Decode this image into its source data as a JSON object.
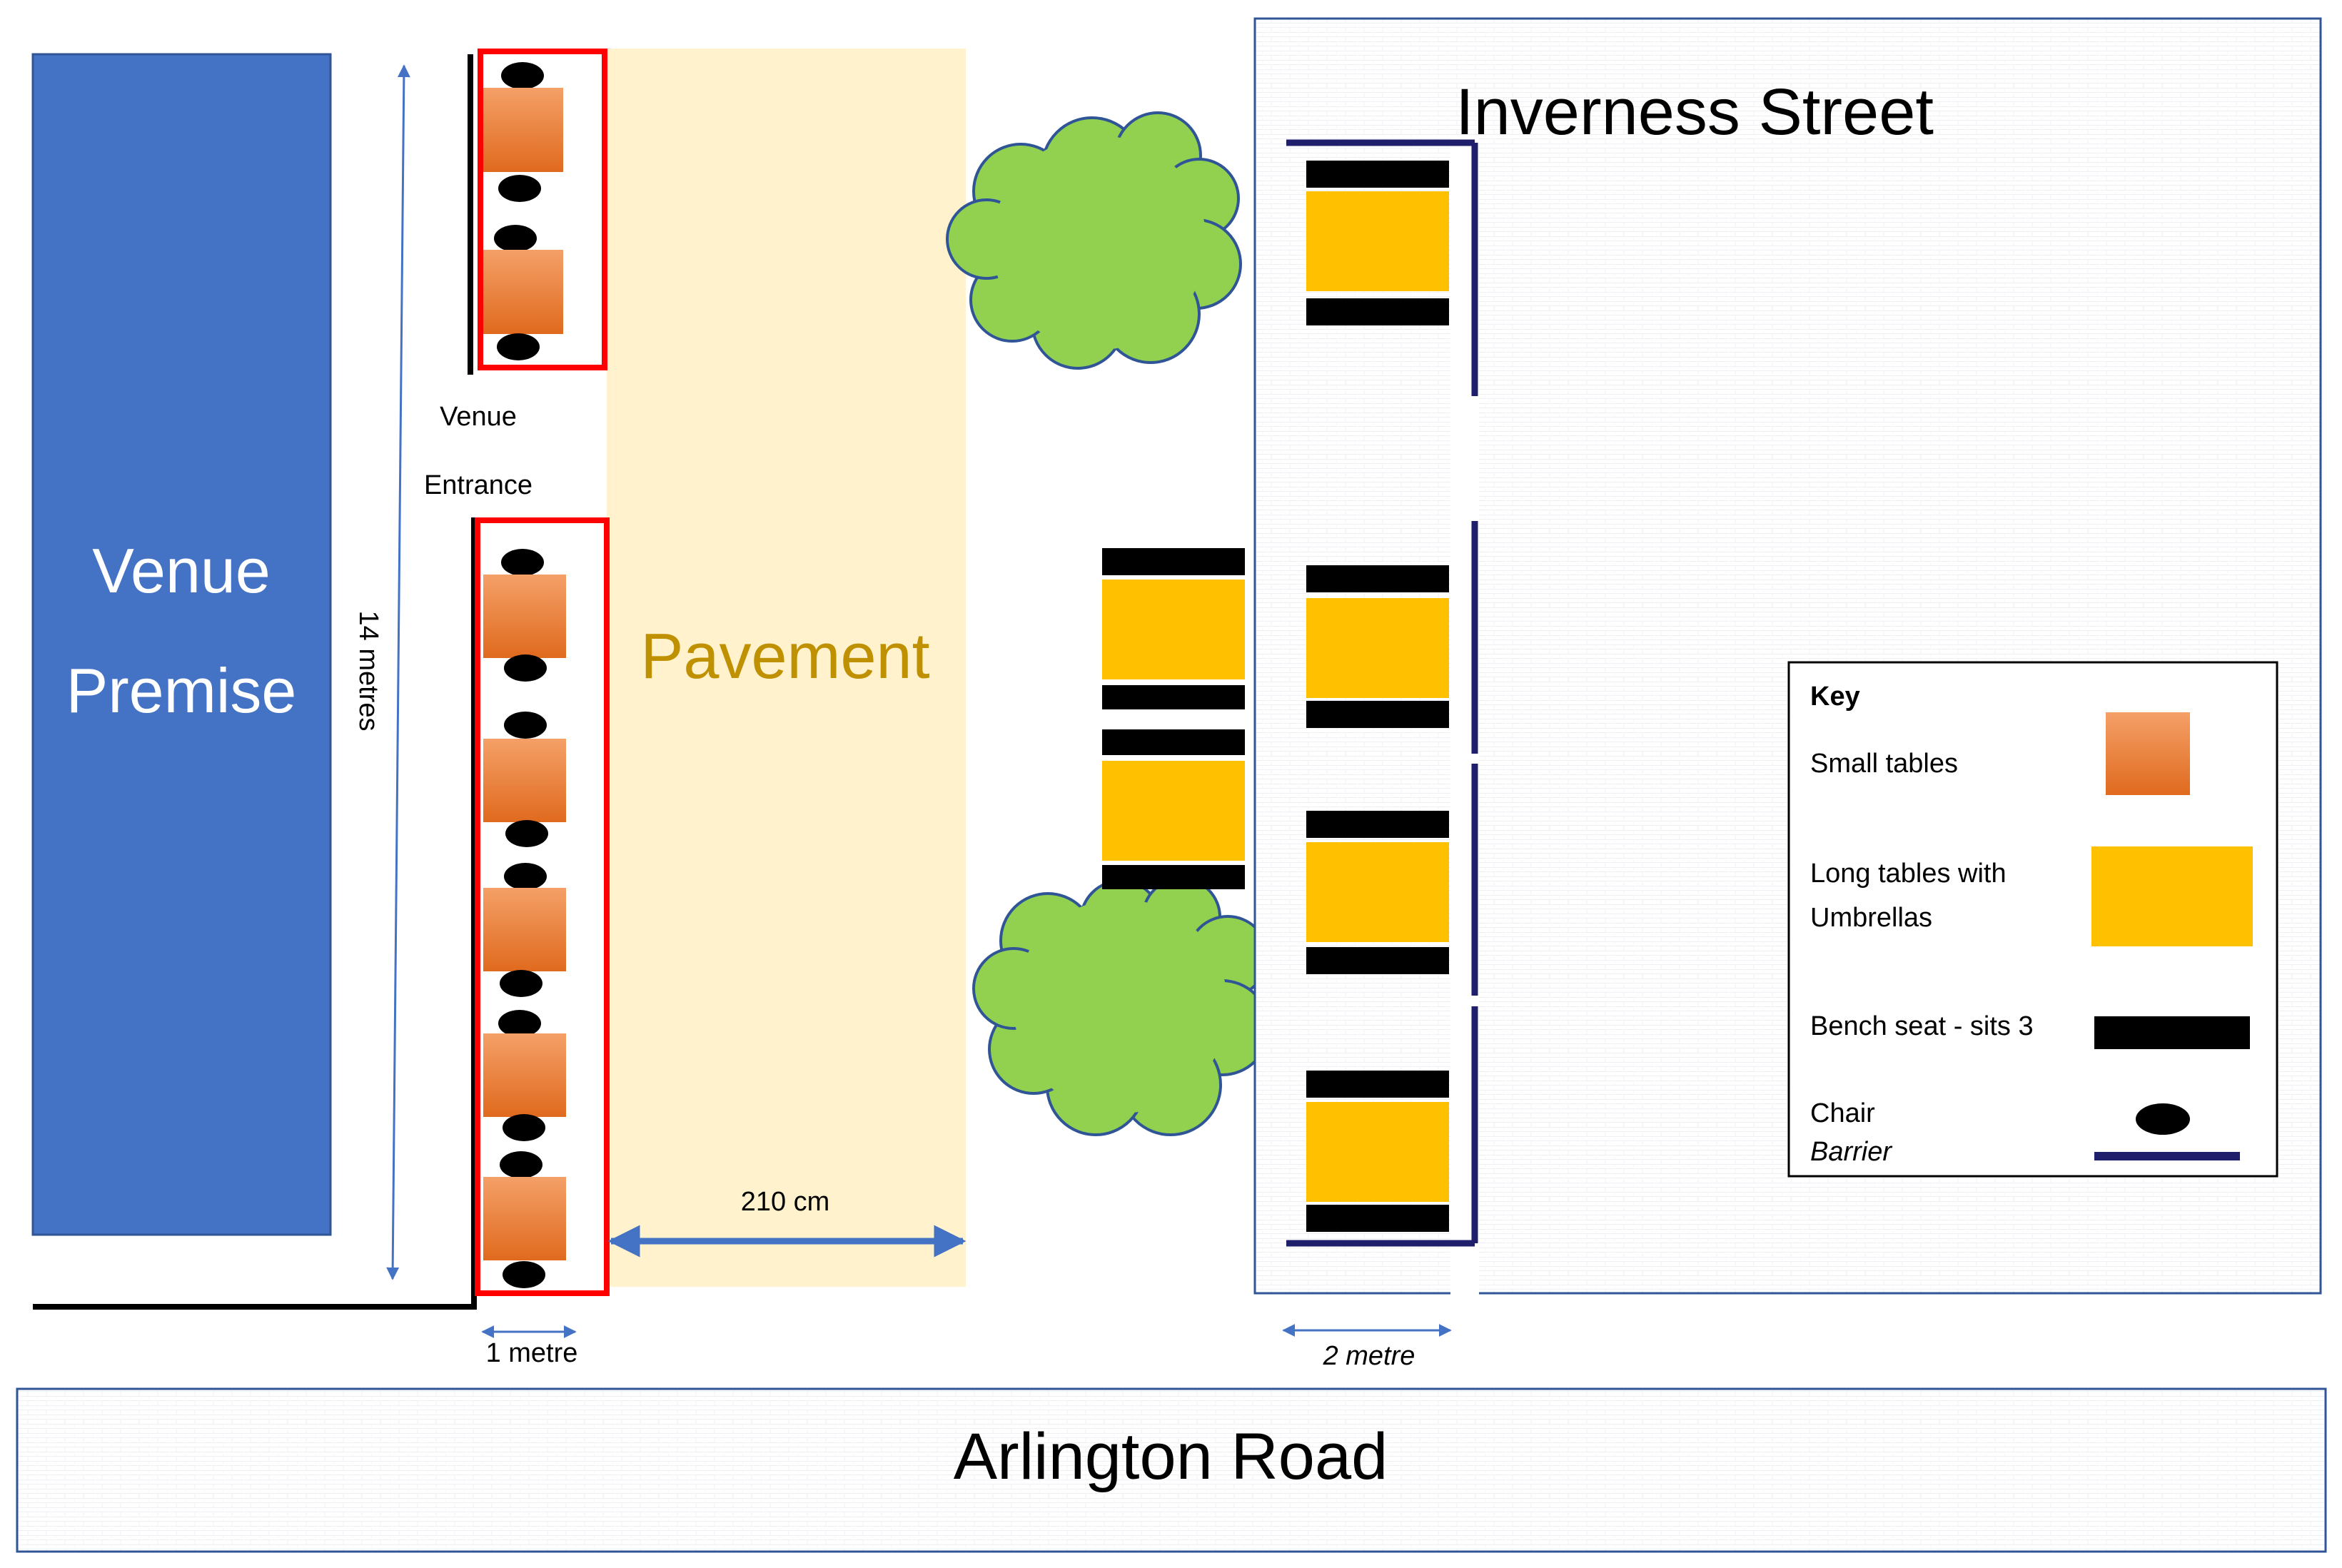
{
  "venue": {
    "line1": "Venue",
    "line2": "Premise",
    "fill": "#4472c4"
  },
  "entrance": {
    "line1": "Venue",
    "line2": "Entrance"
  },
  "pavement": {
    "label": "Pavement",
    "fill": "#fff2cc",
    "text_color": "#bf9000"
  },
  "measurements": {
    "length": "14 metres",
    "pavement_width": "210 cm",
    "small_table_zone": "1 metre",
    "long_table_zone": "2 metre"
  },
  "streets": {
    "side": "Inverness Street",
    "main": "Arlington Road"
  },
  "key": {
    "title": "Key",
    "small_tables": "Small tables",
    "long_tables_line1": "Long tables with",
    "long_tables_line2": "Umbrellas",
    "bench": "Bench seat - sits 3",
    "chair": "Chair",
    "barrier": "Barrier"
  },
  "colors": {
    "small_table": "#ed7d31",
    "long_table": "#ffc000",
    "seat": "#000000",
    "barrier": "#1f1f6b",
    "tree": "#92d050",
    "tree_outline": "#2f5597",
    "zone_outline": "#ff0000",
    "arrow": "#4472c4"
  }
}
